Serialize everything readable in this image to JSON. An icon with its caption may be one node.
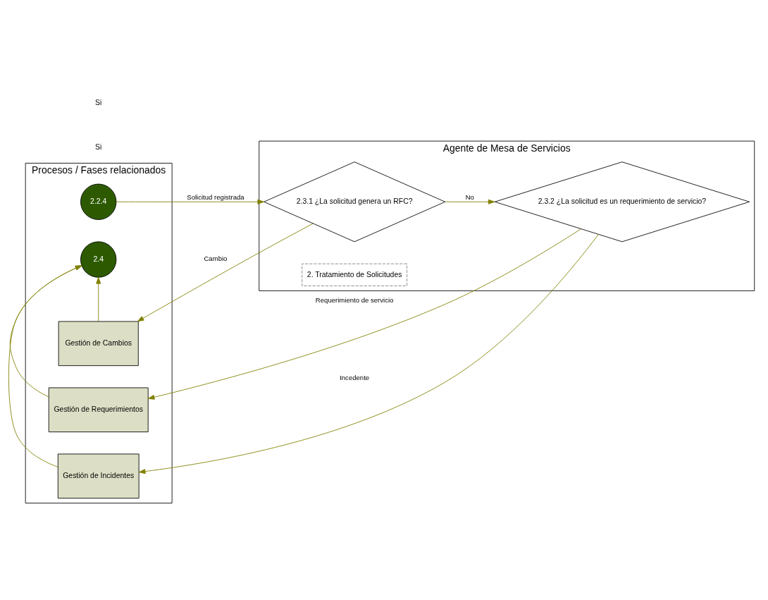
{
  "diagram": {
    "nodes": [
      {
        "text": [
          "Procesos / Fases relacionados"
        ]
      },
      {
        "text": [
          "Agente de Mesa de Servicios"
        ]
      },
      {
        "text": [
          "2.2.4"
        ],
        "in": 0
      },
      {
        "text": [
          "2.3.1 ¿La solicitud genera un RFC?"
        ],
        "in": 1
      },
      {
        "text": [
          "2.3.2 ¿La solicitud es un requerimiento de servicio?"
        ],
        "in": 1
      },
      {
        "text": [
          "Gestión de Cambios"
        ],
        "in": 0
      },
      {
        "text": [
          "Gestión de Requerimientos"
        ],
        "in": 0
      },
      {
        "text": [
          "Gestión de Incidentes"
        ],
        "in": 0
      },
      {
        "text": [
          "2.4"
        ],
        "in": 0
      },
      {
        "text": [
          "2. Tratamiento de Solicitudes"
        ],
        "in": 1
      }
    ],
    "edges": [
      {
        "from": 2,
        "to": 3,
        "arrow": "to",
        "label": "Solicitud registrada"
      },
      {
        "from": 3,
        "to": 4,
        "arrow": "to",
        "label": "No"
      },
      {
        "from": 3,
        "to": 5,
        "arrow": "to",
        "label": "Cambio"
      },
      {
        "from": 4,
        "to": 6,
        "arrow": "to",
        "label": "Requerimiento de servicio"
      },
      {
        "from": 4,
        "to": 7,
        "arrow": "to",
        "label": "Incedente"
      },
      {
        "from": 5,
        "to": 8,
        "arrow": "to"
      },
      {
        "from": 6,
        "to": 8,
        "arrow": "to"
      },
      {
        "from": 7,
        "to": 8,
        "arrow": "to"
      }
    ],
    "labels": [
      "Si",
      "Si"
    ]
  }
}
